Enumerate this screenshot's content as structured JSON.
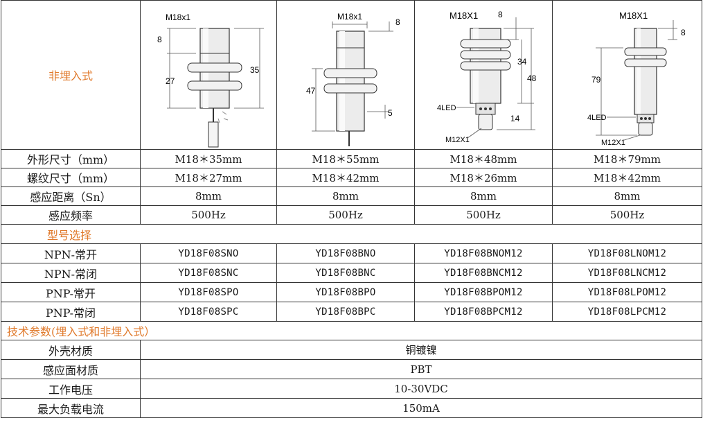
{
  "header": {
    "non_flush_label": "非埋入式",
    "drawings": [
      {
        "model": "M18x1",
        "dim_top": "8",
        "dim_thread": "27",
        "dim_total": "35"
      },
      {
        "model": "M18x1",
        "dim_top": "8",
        "dim_thread": "47",
        "dim_cable": "5"
      },
      {
        "model": "M18X1",
        "dim_top": "8",
        "dim_thread": "34",
        "dim_total": "48",
        "dim_connector": "14",
        "led": "4LED",
        "connector": "M12X1"
      },
      {
        "model": "M18X1",
        "dim_top": "8",
        "dim_total": "79",
        "led": "4LED",
        "connector": "M12X1"
      }
    ]
  },
  "spec_rows": [
    {
      "label": "外形尺寸（mm）",
      "values": [
        "M18＊35mm",
        "M18＊55mm",
        "M18＊48mm",
        "M18＊79mm"
      ]
    },
    {
      "label": "螺纹尺寸（mm）",
      "values": [
        "M18＊27mm",
        "M18＊42mm",
        "M18＊26mm",
        "M18＊42mm"
      ]
    },
    {
      "label": "感应距离（Sn）",
      "values": [
        "8mm",
        "8mm",
        "8mm",
        "8mm"
      ]
    },
    {
      "label": "感应频率",
      "values": [
        "500Hz",
        "500Hz",
        "500Hz",
        "500Hz"
      ]
    }
  ],
  "model_section": {
    "title": "型号选择",
    "rows": [
      {
        "label": "NPN-常开",
        "values": [
          "YD18F08SNO",
          "YD18F08BNO",
          "YD18F08BNOM12",
          "YD18F08LNOM12"
        ]
      },
      {
        "label": "NPN-常闭",
        "values": [
          "YD18F08SNC",
          "YD18F08BNC",
          "YD18F08BNCM12",
          "YD18F08LNCM12"
        ]
      },
      {
        "label": "PNP-常开",
        "values": [
          "YD18F08SPO",
          "YD18F08BPO",
          "YD18F08BPOM12",
          "YD18F08LPOM12"
        ]
      },
      {
        "label": "PNP-常闭",
        "values": [
          "YD18F08SPC",
          "YD18F08BPC",
          "YD18F08BPCM12",
          "YD18F08LPCM12"
        ]
      }
    ]
  },
  "tech_section": {
    "title": "技术参数(埋入式和非埋入式）",
    "rows": [
      {
        "label": "外壳材质",
        "value": "铜镀镍"
      },
      {
        "label": "感应面材质",
        "value": "PBT"
      },
      {
        "label": "工作电压",
        "value": "10-30VDC"
      },
      {
        "label": "最大负载电流",
        "value": "150mA"
      }
    ]
  }
}
